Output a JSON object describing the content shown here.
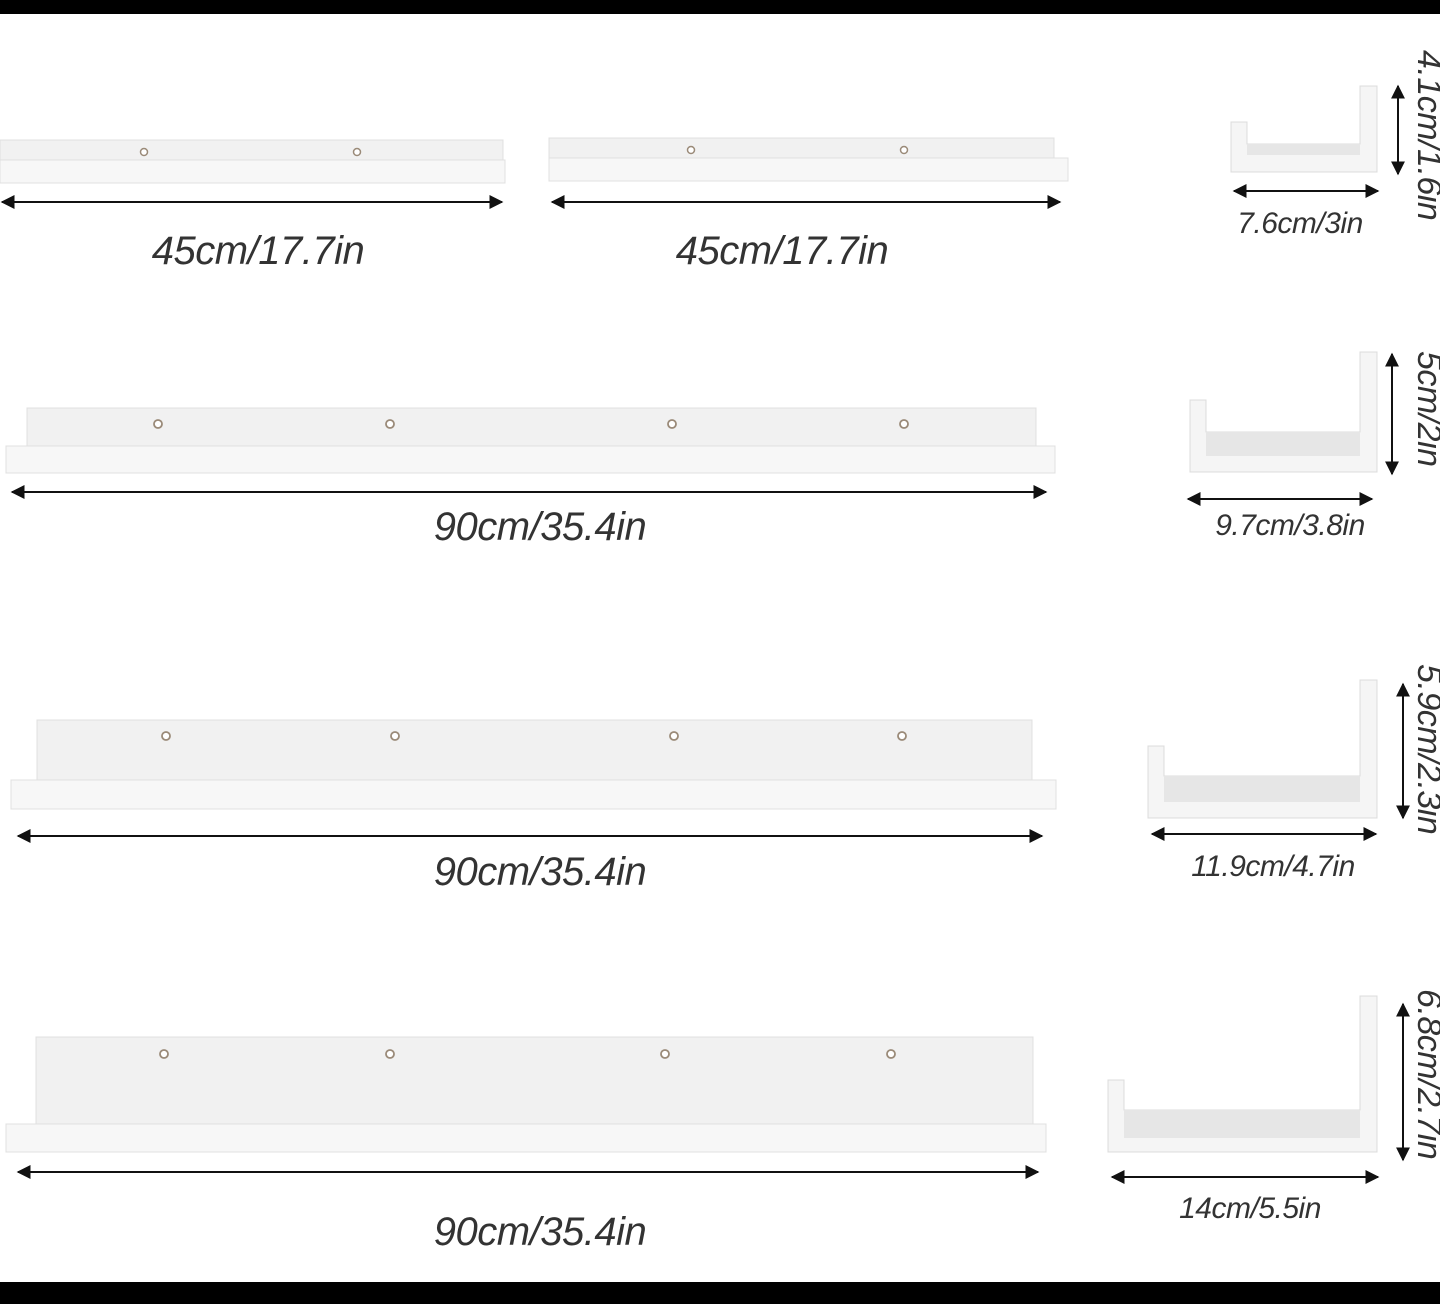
{
  "colors": {
    "border": "#000000",
    "background": "#ffffff",
    "shelf_face": "#f4f4f4",
    "shelf_shadow": "#e2e2e2",
    "line": "#111111",
    "text": "#333333",
    "screw": "#b09a80"
  },
  "rows": [
    {
      "shelves": [
        {
          "length_label": "45cm/17.7in",
          "screws": 2
        },
        {
          "length_label": "45cm/17.7in",
          "screws": 2
        }
      ],
      "profile": {
        "width_label": "7.6cm/3in",
        "height_label": "4.1cm/1.6in"
      }
    },
    {
      "shelves": [
        {
          "length_label": "90cm/35.4in",
          "screws": 4
        }
      ],
      "profile": {
        "width_label": "9.7cm/3.8in",
        "height_label": "5cm/2in"
      }
    },
    {
      "shelves": [
        {
          "length_label": "90cm/35.4in",
          "screws": 4
        }
      ],
      "profile": {
        "width_label": "11.9cm/4.7in",
        "height_label": "5.9cm/2.3in"
      }
    },
    {
      "shelves": [
        {
          "length_label": "90cm/35.4in",
          "screws": 4
        }
      ],
      "profile": {
        "width_label": "14cm/5.5in",
        "height_label": "6.8cm/2.7in"
      }
    }
  ]
}
